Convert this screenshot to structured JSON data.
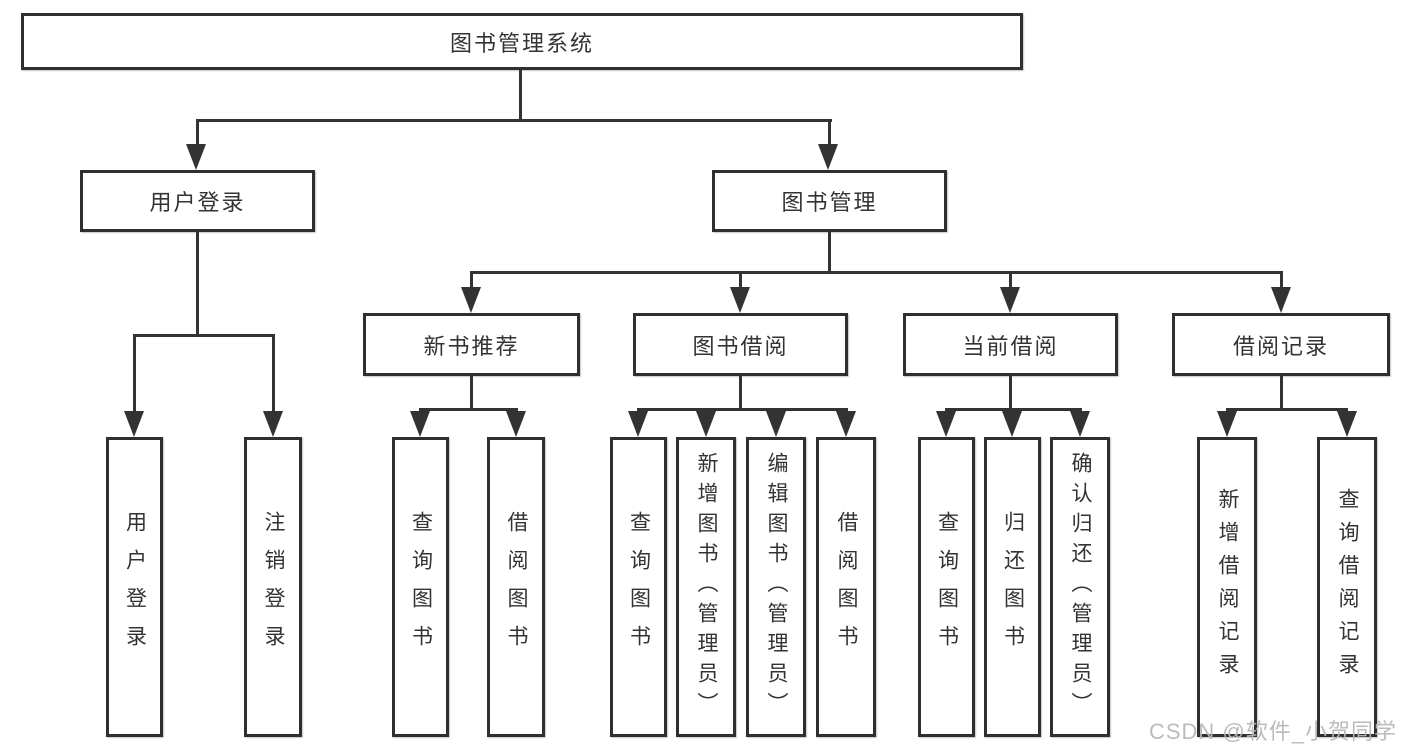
{
  "diagram": {
    "root": "图书管理系统",
    "level2": [
      {
        "label": "用户登录",
        "leaves": [
          "用户登录",
          "注销登录"
        ]
      },
      {
        "label": "图书管理",
        "children": [
          {
            "label": "新书推荐",
            "leaves": [
              "查询图书",
              "借阅图书"
            ]
          },
          {
            "label": "图书借阅",
            "leaves": [
              "查询图书",
              "新增图书（管理员）",
              "编辑图书（管理员）",
              "借阅图书"
            ]
          },
          {
            "label": "当前借阅",
            "leaves": [
              "查询图书",
              "归还图书",
              "确认归还（管理员）"
            ]
          },
          {
            "label": "借阅记录",
            "leaves": [
              "新增借阅记录",
              "查询借阅记录"
            ]
          }
        ]
      }
    ],
    "watermark": "CSDN @软件_小贺同学",
    "colors": {
      "line": "#333333",
      "box_border": "#2f2f2f",
      "text": "#333333",
      "background": "#ffffff",
      "watermark": "#b7b7b7"
    }
  }
}
